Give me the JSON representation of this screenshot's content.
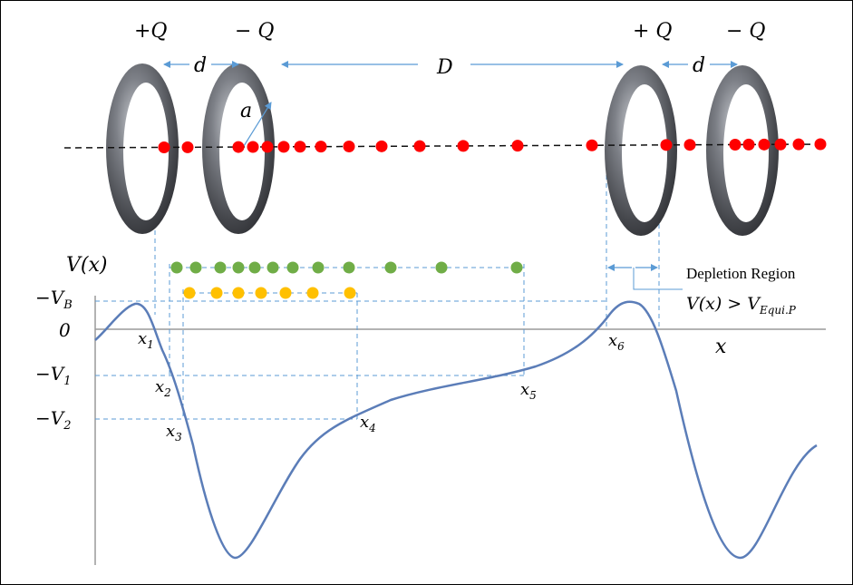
{
  "colors": {
    "curve": "#5b7db8",
    "guide": "#5b9bd5",
    "red_dot": "#ff0000",
    "green_dot": "#70ad47",
    "yellow_dot": "#ffc000",
    "ring_dark": "#3e4045",
    "ring_light": "#a6a9ae"
  },
  "icons": {
    "ring": "torus-ring-icon",
    "charge": "filled-circle-dot"
  },
  "rings": {
    "labels": [
      "+Q",
      "− Q",
      "+ Q",
      "− Q"
    ],
    "d_label": "d",
    "D_label": "D",
    "a_label": "a"
  },
  "plot": {
    "y_axis_label": "V(x)",
    "x_axis_label": "x",
    "y_labels": {
      "vb": {
        "main": "−V",
        "sub": "B"
      },
      "zero": {
        "main": "0",
        "sub": ""
      },
      "v1": {
        "main": "−V",
        "sub": "1"
      },
      "v2": {
        "main": "−V",
        "sub": "2"
      }
    },
    "x_labels": {
      "x1": {
        "main": "x",
        "sub": "1"
      },
      "x2": {
        "main": "x",
        "sub": "2"
      },
      "x3": {
        "main": "x",
        "sub": "3"
      },
      "x4": {
        "main": "x",
        "sub": "4"
      },
      "x5": {
        "main": "x",
        "sub": "5"
      },
      "x6": {
        "main": "x",
        "sub": "6"
      }
    }
  },
  "annotation": {
    "depletion_label": "Depletion Region",
    "condition_main": "V(x) > V",
    "condition_sub": "Equi.P"
  }
}
